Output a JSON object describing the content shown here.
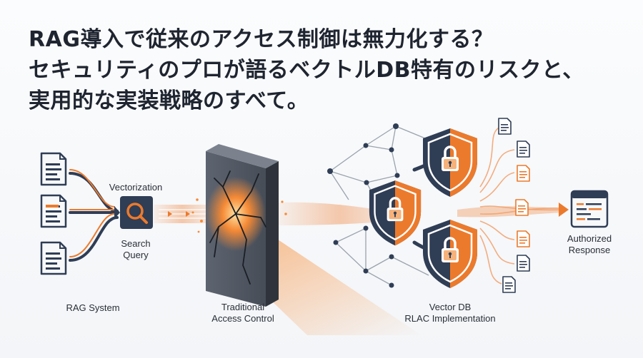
{
  "title": {
    "line1": "RAG導入で従来のアクセス制御は無力化する？",
    "line2": "セキュリティのプロが語るベクトルDB特有のリスクと、",
    "line3": "実用的な実装戦略のすべて。"
  },
  "labels": {
    "vectorization": "Vectorization",
    "search_query_1": "Search",
    "search_query_2": "Query",
    "rag_system": "RAG System",
    "traditional_1": "Traditional",
    "traditional_2": "Access Control",
    "vectordb_1": "Vector DB",
    "vectordb_2": "RLAC Implementation",
    "authorized_1": "Authorized",
    "authorized_2": "Response"
  },
  "icons": {
    "document": "document-icon",
    "search": "magnifier-icon",
    "wall": "cracked-wall-icon",
    "shield": "lock-shield-icon",
    "response": "browser-window-icon"
  },
  "colors": {
    "navy": "#2f3d55",
    "orange": "#ec7a2c",
    "orange_light": "#f6b27a",
    "gray": "#9aa3ae",
    "text": "#1f2530"
  }
}
